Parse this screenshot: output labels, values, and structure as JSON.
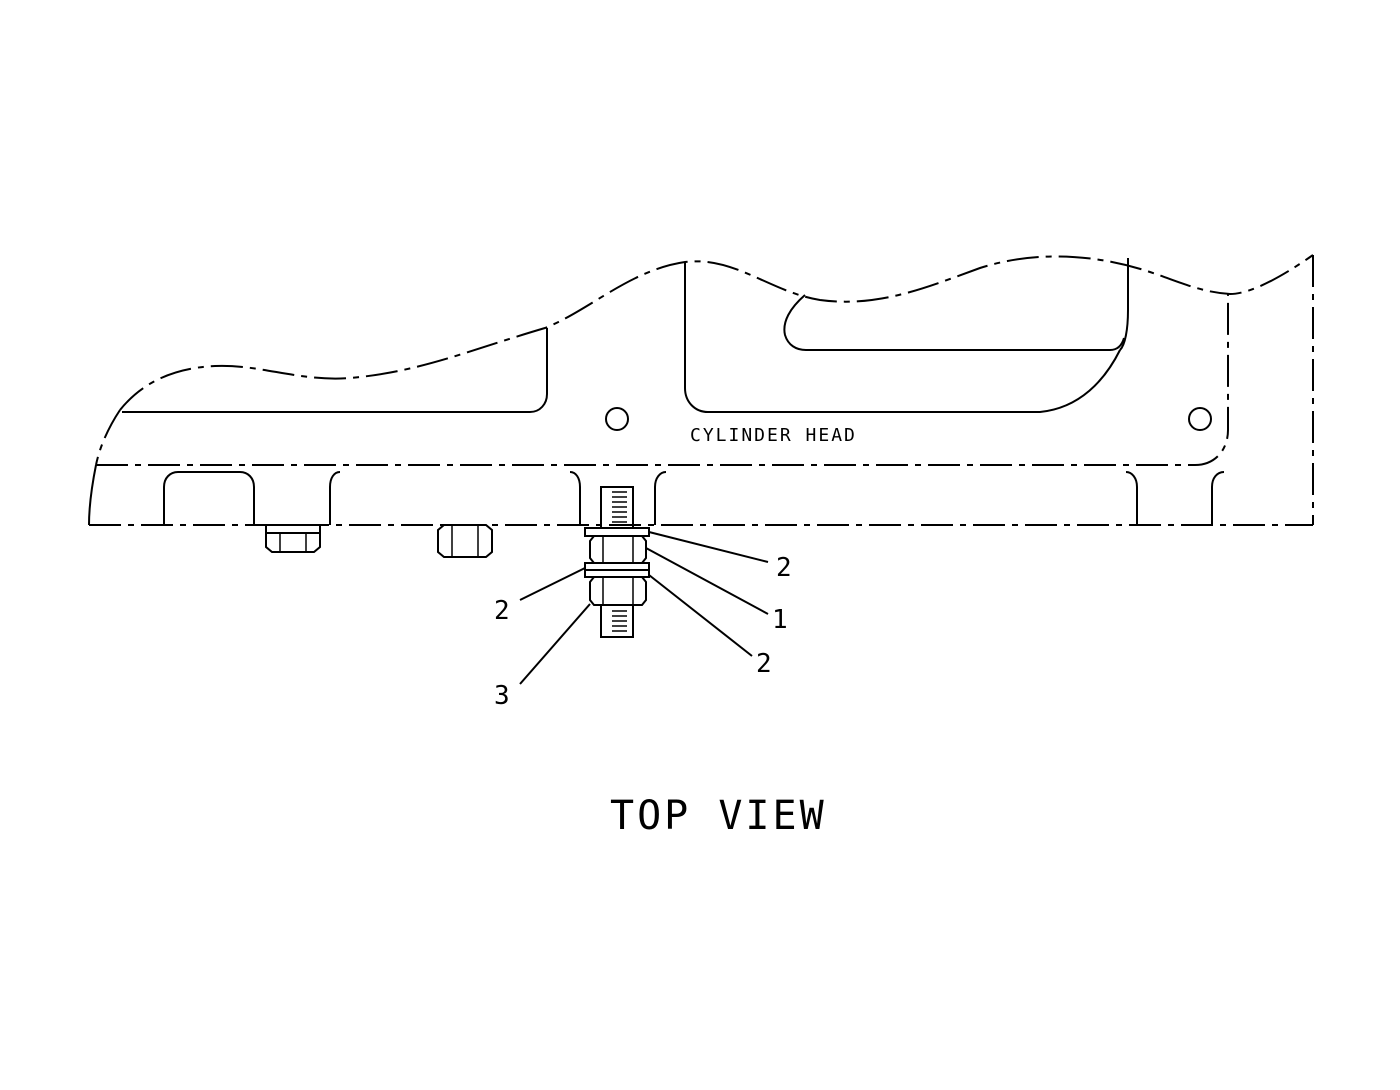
{
  "drawing": {
    "part_label": "CYLINDER HEAD",
    "view_title": "TOP VIEW",
    "callouts": [
      {
        "id": "c-upper-right-2",
        "text": "2"
      },
      {
        "id": "c-right-1",
        "text": "1"
      },
      {
        "id": "c-lower-right-2",
        "text": "2"
      },
      {
        "id": "c-left-2",
        "text": "2"
      },
      {
        "id": "c-left-3",
        "text": "3"
      }
    ]
  }
}
